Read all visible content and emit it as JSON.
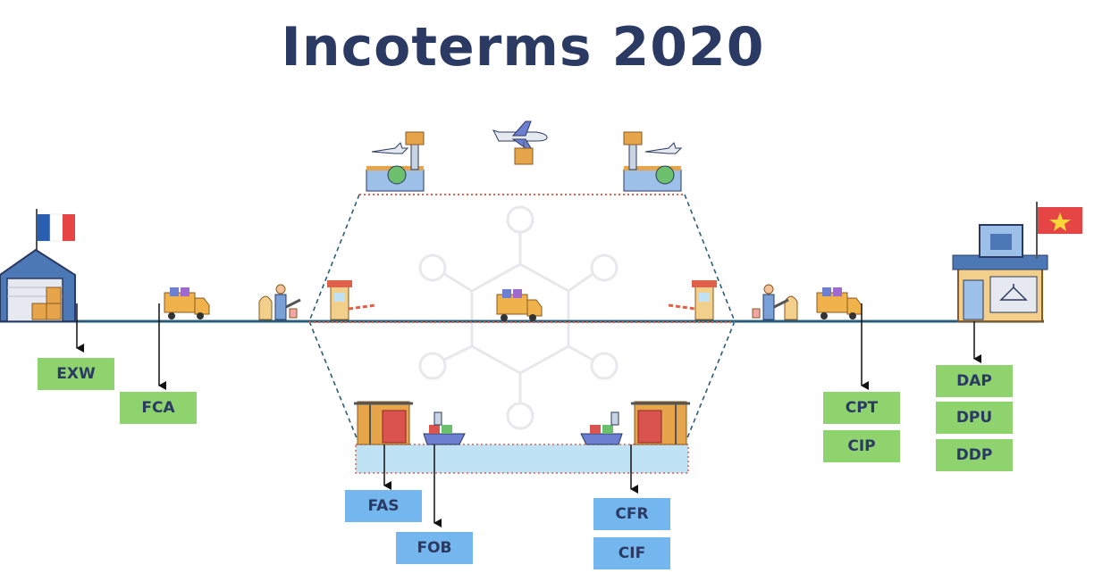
{
  "title": "Incoterms 2020",
  "colors": {
    "title": "#2b3a63",
    "green_box": "#8fd36e",
    "blue_box": "#74b7ee",
    "ground_line": "#2a5c7a",
    "dashed_route": "#2a5c7a",
    "dotted_route": "#e0614a",
    "sea": "#bfe2f5"
  },
  "terms": {
    "exw": "EXW",
    "fca": "FCA",
    "fas": "FAS",
    "fob": "FOB",
    "cfr": "CFR",
    "cif": "CIF",
    "cpt": "CPT",
    "cip": "CIP",
    "dap": "DAP",
    "dpu": "DPU",
    "ddp": "DDP"
  },
  "icons": {
    "seller_flag": "france-flag-icon",
    "buyer_flag": "vietnam-flag-icon",
    "seller": "warehouse-icon",
    "buyer": "store-icon",
    "truck": "truck-icon",
    "customs": "customs-officer-icon",
    "barrier": "border-gate-icon",
    "airport": "airport-icon",
    "plane": "cargo-plane-icon",
    "port": "port-crane-icon",
    "ship": "container-ship-icon",
    "network": "network-watermark-icon"
  }
}
